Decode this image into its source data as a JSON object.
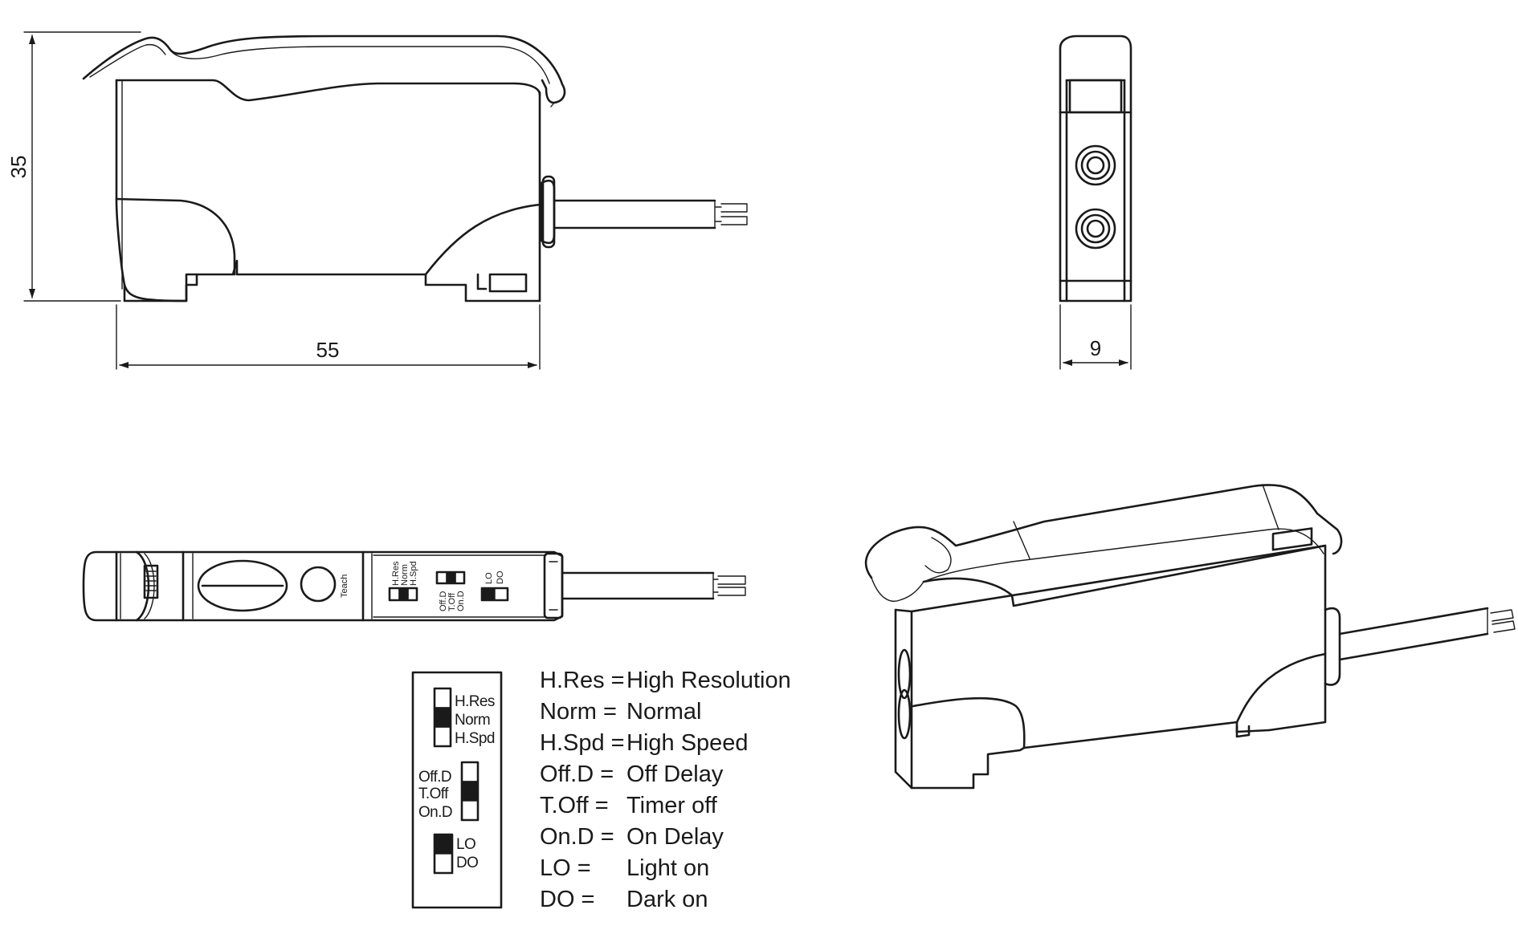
{
  "dimensions": {
    "height": "35",
    "length": "55",
    "width": "9"
  },
  "top_view": {
    "teach_label": "Teach",
    "switch_labels": {
      "mode": [
        "H.Res",
        "Norm",
        "H.Spd"
      ],
      "timer": [
        "Off.D",
        "T.Off",
        "On.D"
      ],
      "output": [
        "LO",
        "DO"
      ]
    }
  },
  "switch_key": {
    "mode": [
      "H.Res",
      "Norm",
      "H.Spd"
    ],
    "mode_selected": "Norm",
    "timer": [
      "Off.D",
      "T.Off",
      "On.D"
    ],
    "timer_selected": "T.Off",
    "output": [
      "LO",
      "DO"
    ],
    "output_selected": "LO"
  },
  "legend": [
    {
      "abbr": "H.Res =",
      "meaning": "High Resolution"
    },
    {
      "abbr": "Norm =",
      "meaning": "Normal"
    },
    {
      "abbr": "H.Spd =",
      "meaning": "High Speed"
    },
    {
      "abbr": "Off.D =",
      "meaning": "Off Delay"
    },
    {
      "abbr": "T.Off =",
      "meaning": "Timer off"
    },
    {
      "abbr": "On.D =",
      "meaning": "On Delay"
    },
    {
      "abbr": "LO =",
      "meaning": "Light on"
    },
    {
      "abbr": "DO =",
      "meaning": "Dark on"
    }
  ]
}
